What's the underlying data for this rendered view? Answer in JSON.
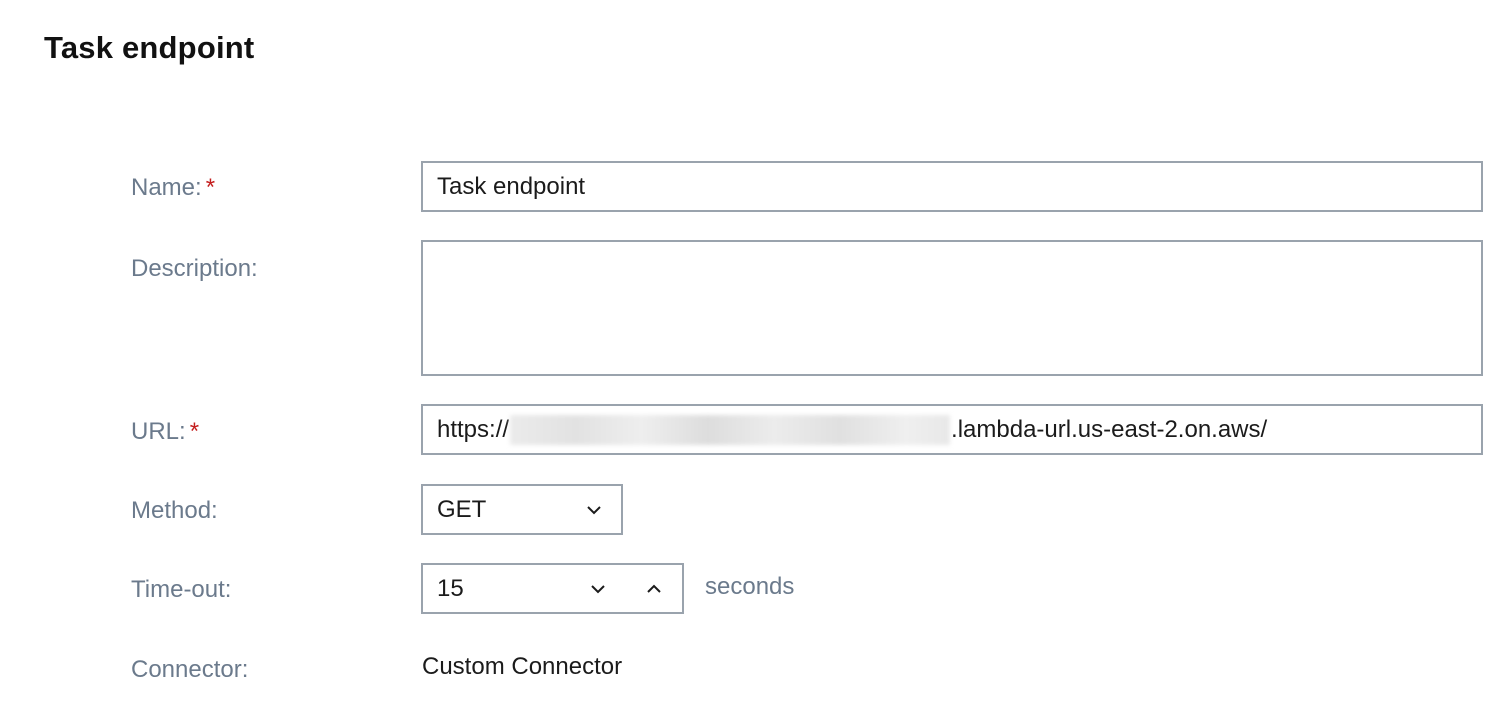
{
  "page": {
    "title": "Task endpoint"
  },
  "form": {
    "name": {
      "label": "Name:",
      "required_mark": "*",
      "value": "Task endpoint"
    },
    "description": {
      "label": "Description:",
      "value": ""
    },
    "url": {
      "label": "URL:",
      "required_mark": "*",
      "prefix": "https://",
      "suffix": ".lambda-url.us-east-2.on.aws/"
    },
    "method": {
      "label": "Method:",
      "selected": "GET"
    },
    "timeout": {
      "label": "Time-out:",
      "value": "15",
      "unit": "seconds"
    },
    "connector": {
      "label": "Connector:",
      "value": "Custom Connector"
    }
  },
  "icons": {
    "method_dropdown": "chevron-down-icon",
    "timeout_decrement": "chevron-down-icon",
    "timeout_increment": "chevron-up-icon"
  },
  "colors": {
    "label": "#6b7a8c",
    "required": "#c41e1e",
    "border": "#9aa3ad",
    "text": "#1b1b1b"
  }
}
